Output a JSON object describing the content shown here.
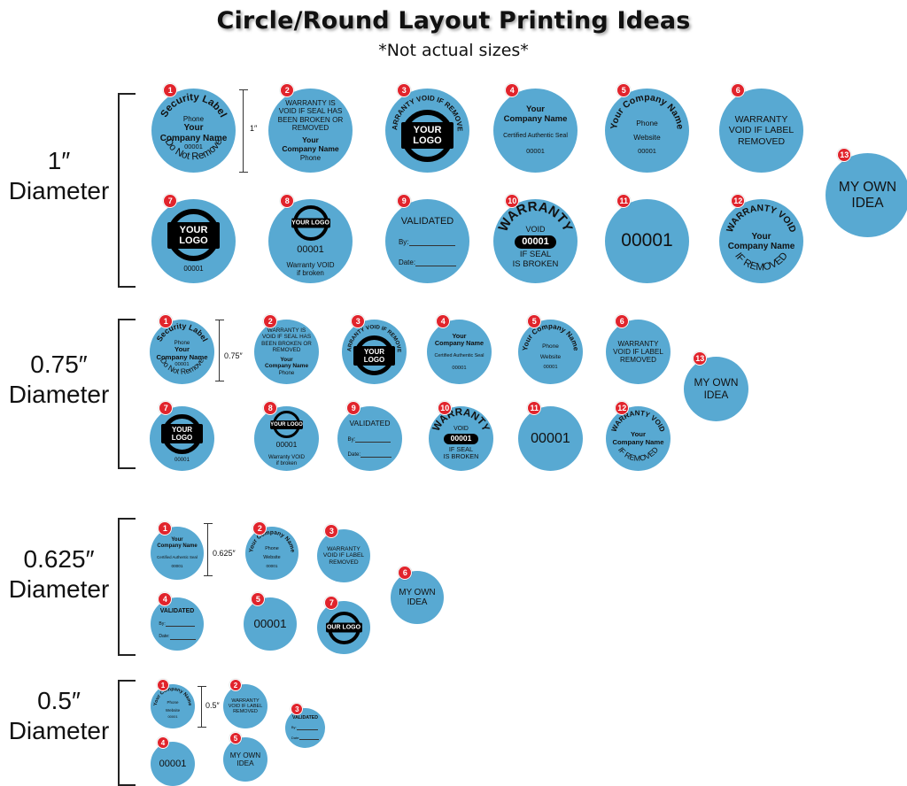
{
  "page": {
    "title": "Circle/Round Layout Printing Ideas",
    "subtitle": "*Not actual sizes*"
  },
  "colors": {
    "seal_fill": "#58a9d2",
    "badge": "#e1242c",
    "logo": "#000000"
  },
  "groups": {
    "g1": {
      "label_line1": "1″",
      "label_line2": "Diameter",
      "dimension": "1″",
      "seals": [
        {
          "num": "1",
          "top": "Security Label",
          "l1": "Phone",
          "l2": "Your",
          "l3": "Company Name",
          "l4": "00001",
          "bottom": "Do Not Remove"
        },
        {
          "num": "2",
          "l1": "WARRANTY IS",
          "l2": "VOID IF SEAL HAS",
          "l3": "BEEN BROKEN OR",
          "l4": "REMOVED",
          "l5": "Your",
          "l6": "Company Name",
          "l7": "Phone"
        },
        {
          "num": "3",
          "arc": "WARRANTY VOID IF REMOVED",
          "logo": "YOUR LOGO"
        },
        {
          "num": "4",
          "l1": "Your",
          "l2": "Company Name",
          "l3": "Certified Authentic Seal",
          "l4": "00001"
        },
        {
          "num": "5",
          "arc": "Your Company Name",
          "l1": "Phone",
          "l2": "Website",
          "l3": "00001"
        },
        {
          "num": "6",
          "l1": "WARRANTY",
          "l2": "VOID IF LABEL",
          "l3": "REMOVED"
        },
        {
          "num": "7",
          "logo": "YOUR LOGO",
          "l1": "00001"
        },
        {
          "num": "8",
          "logo": "YOUR LOGO",
          "l1": "00001",
          "l2": "Warranty VOID",
          "l3": "if broken"
        },
        {
          "num": "9",
          "l1": "VALIDATED",
          "l2": "By:",
          "l3": "Date:"
        },
        {
          "num": "10",
          "arc": "WARRANTY",
          "l1": "VOID",
          "l2": "00001",
          "l3": "IF SEAL",
          "l4": "IS BROKEN"
        },
        {
          "num": "11",
          "l1": "00001"
        },
        {
          "num": "12",
          "arc": "WARRANTY VOID",
          "l1": "Your",
          "l2": "Company Name",
          "bottom": "IF REMOVED"
        },
        {
          "num": "13",
          "l1": "MY OWN",
          "l2": "IDEA"
        }
      ]
    },
    "g2": {
      "label_line1": "0.75″",
      "label_line2": "Diameter",
      "dimension": "0.75″",
      "seals": [
        {
          "num": "1",
          "top": "Security Label",
          "l1": "Phone",
          "l2": "Your",
          "l3": "Company Name",
          "l4": "00001",
          "bottom": "Do Not Remove"
        },
        {
          "num": "2",
          "l1": "WARRANTY IS",
          "l2": "VOID IF SEAL HAS",
          "l3": "BEEN BROKEN OR",
          "l4": "REMOVED",
          "l5": "Your",
          "l6": "Company Name",
          "l7": "Phone"
        },
        {
          "num": "3",
          "arc": "WARRANTY VOID IF REMOVED",
          "logo": "YOUR LOGO"
        },
        {
          "num": "4",
          "l1": "Your",
          "l2": "Company Name",
          "l3": "Certified Authentic Seal",
          "l4": "00001"
        },
        {
          "num": "5",
          "arc": "Your Company Name",
          "l1": "Phone",
          "l2": "Website",
          "l3": "00001"
        },
        {
          "num": "6",
          "l1": "WARRANTY",
          "l2": "VOID IF LABEL",
          "l3": "REMOVED"
        },
        {
          "num": "7",
          "logo": "YOUR LOGO",
          "l1": "00001"
        },
        {
          "num": "8",
          "logo": "YOUR LOGO",
          "l1": "00001",
          "l2": "Warranty VOID",
          "l3": "if broken"
        },
        {
          "num": "9",
          "l1": "VALIDATED",
          "l2": "By:",
          "l3": "Date:"
        },
        {
          "num": "10",
          "arc": "WARRANTY",
          "l1": "VOID",
          "l2": "00001",
          "l3": "IF SEAL",
          "l4": "IS BROKEN"
        },
        {
          "num": "11",
          "l1": "00001"
        },
        {
          "num": "12",
          "arc": "WARRANTY VOID",
          "l1": "Your",
          "l2": "Company Name",
          "bottom": "IF REMOVED"
        },
        {
          "num": "13",
          "l1": "MY OWN",
          "l2": "IDEA"
        }
      ]
    },
    "g3": {
      "label_line1": "0.625″",
      "label_line2": "Diameter",
      "dimension": "0.625″",
      "seals": [
        {
          "num": "1",
          "l1": "Your",
          "l2": "Company Name",
          "l3": "Certified Authentic Seal",
          "l4": "00001"
        },
        {
          "num": "2",
          "arc": "Your Company Name",
          "l1": "Phone",
          "l2": "Website",
          "l3": "00001"
        },
        {
          "num": "3",
          "l1": "WARRANTY",
          "l2": "VOID IF LABEL",
          "l3": "REMOVED"
        },
        {
          "num": "4",
          "l1": "VALIDATED",
          "l2": "By:",
          "l3": "Date:"
        },
        {
          "num": "5",
          "l1": "00001"
        },
        {
          "num": "6",
          "l1": "MY OWN",
          "l2": "IDEA"
        },
        {
          "num": "7",
          "logo": "OUR LOGO"
        }
      ]
    },
    "g4": {
      "label_line1": "0.5″",
      "label_line2": "Diameter",
      "dimension": "0.5″",
      "seals": [
        {
          "num": "1",
          "arc": "Your Company Name",
          "l1": "Phone",
          "l2": "Website",
          "l3": "00001"
        },
        {
          "num": "2",
          "l1": "WARRANTY",
          "l2": "VOID IF LABEL",
          "l3": "REMOVED"
        },
        {
          "num": "3",
          "l1": "VALIDATED",
          "l2": "By:",
          "l3": "Date:"
        },
        {
          "num": "4",
          "l1": "00001"
        },
        {
          "num": "5",
          "l1": "MY OWN",
          "l2": "IDEA"
        }
      ]
    }
  }
}
